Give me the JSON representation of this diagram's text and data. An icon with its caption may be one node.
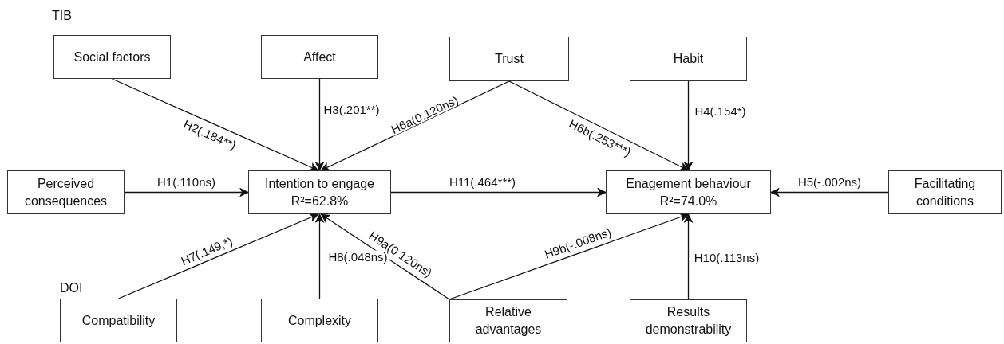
{
  "diagram": {
    "nodes": [
      {
        "text": [
          "Social factors"
        ]
      },
      {
        "text": [
          "Affect"
        ]
      },
      {
        "text": [
          "Trust"
        ]
      },
      {
        "text": [
          "Habit"
        ]
      },
      {
        "text": [
          "Perceived consequences"
        ]
      },
      {
        "text": [
          "Intention to engage R²=62.8%"
        ]
      },
      {
        "text": [
          "Enagement behaviour R²=74.0%"
        ]
      },
      {
        "text": [
          "Facilitating conditions"
        ]
      },
      {
        "text": [
          "Compatibility"
        ]
      },
      {
        "text": [
          "Complexity"
        ]
      },
      {
        "text": [
          "Relative advantages"
        ]
      },
      {
        "text": [
          "Results demonstrability"
        ]
      }
    ],
    "edges": [
      {
        "from": 0,
        "to": 5,
        "arrow": "to",
        "label": "H2(.184**)"
      },
      {
        "from": 1,
        "to": 5,
        "arrow": "to",
        "label": "H3(.201**)"
      },
      {
        "from": 2,
        "to": 5,
        "arrow": "to",
        "label": "H6a(0.120ns)"
      },
      {
        "from": 2,
        "to": 6,
        "arrow": "to",
        "label": "H6b(.253***)"
      },
      {
        "from": 3,
        "to": 6,
        "arrow": "to",
        "label": "H4(.154*)"
      },
      {
        "from": 4,
        "to": 5,
        "arrow": "to",
        "label": "H1(.110ns)"
      },
      {
        "from": 5,
        "to": 6,
        "arrow": "to",
        "label": "H11(.464***)"
      },
      {
        "from": 7,
        "to": 6,
        "arrow": "to",
        "label": "H5(-.002ns)"
      },
      {
        "from": 8,
        "to": 5,
        "arrow": "to",
        "label": "H7(.149,*)"
      },
      {
        "from": 9,
        "to": 5,
        "arrow": "to",
        "label": "H8(.048ns)"
      },
      {
        "from": 10,
        "to": 5,
        "arrow": "to",
        "label": "H9a(0.120ns)"
      },
      {
        "from": 10,
        "to": 6,
        "arrow": "to",
        "label": "H9b(-.008ns)"
      },
      {
        "from": 11,
        "to": 6,
        "arrow": "to",
        "label": "H10(.113ns)"
      }
    ],
    "labels": [
      "TIB",
      "DOI"
    ]
  }
}
